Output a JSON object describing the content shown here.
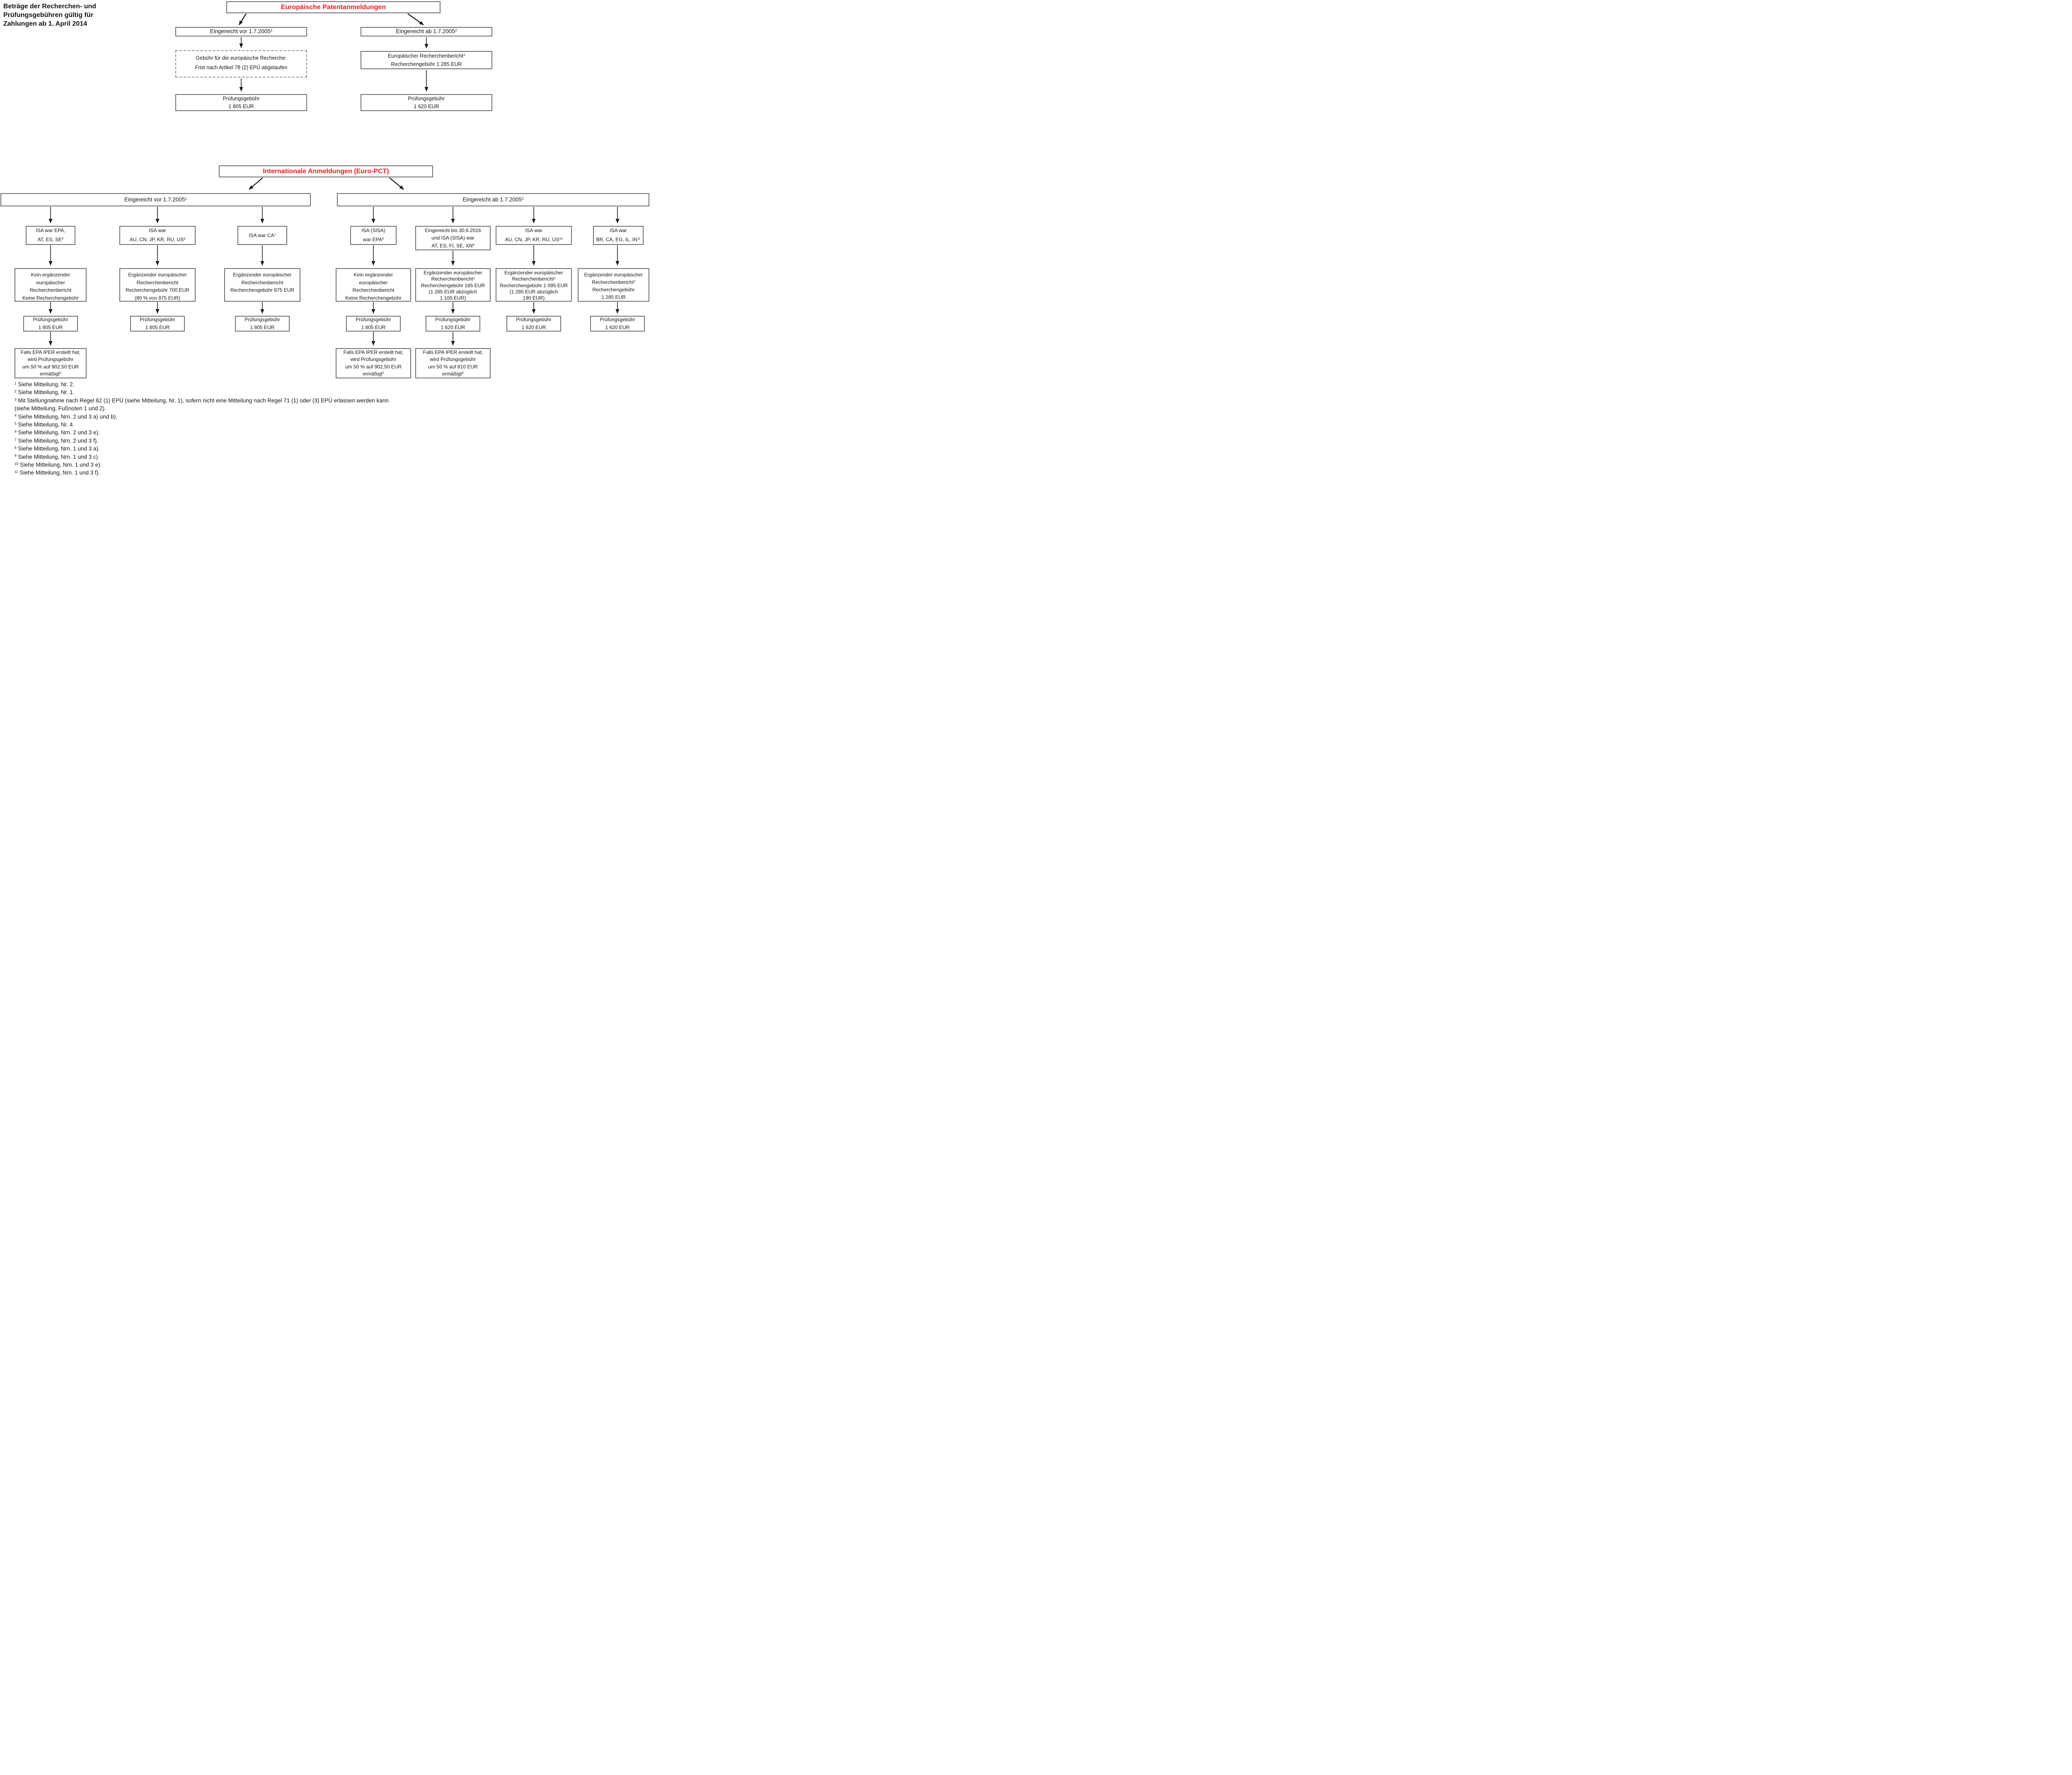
{
  "colors": {
    "accent_red": "#ee1b24",
    "box_border_gray": "#6e6e73",
    "text_black": "#141414"
  },
  "page_title": {
    "lines": [
      [
        {
          "t": "Beträge der Recherchen- und"
        }
      ],
      [
        {
          "t": "Prüfungsgebühren gültig für"
        }
      ],
      [
        {
          "t": "Zahlungen ab 1. April 2014"
        }
      ]
    ]
  },
  "top_chart": {
    "root": {
      "lines": [
        [
          {
            "t": "Europäische Patentanmeldungen"
          }
        ]
      ]
    },
    "left": {
      "header": {
        "lines": [
          [
            {
              "t": "Eingereicht vor 1.7.2005"
            },
            {
              "t": "1",
              "sup": true
            }
          ]
        ]
      },
      "search": {
        "lines": [
          [
            {
              "t": "Gebühr für die europäische Recherche:"
            }
          ],
          [
            {
              "t": "Frist nach Artikel 78 (2) EPÜ abgelaufen"
            }
          ]
        ]
      },
      "exam": {
        "lines": [
          [
            {
              "t": "Prüfungsgebühr"
            }
          ],
          [
            {
              "t": "1 805 EUR"
            }
          ]
        ]
      }
    },
    "right": {
      "header": {
        "lines": [
          [
            {
              "t": "Eingereicht ab 1.7.2005"
            },
            {
              "t": "2",
              "sup": true
            }
          ]
        ]
      },
      "search": {
        "lines": [
          [
            {
              "t": "Europäischer Recherchenbericht"
            },
            {
              "t": "3",
              "sup": true
            }
          ],
          [
            {
              "t": "Recherchengebühr 1 285 EUR"
            }
          ]
        ]
      },
      "exam": {
        "lines": [
          [
            {
              "t": "Prüfungsgebühr"
            }
          ],
          [
            {
              "t": "1 620 EUR"
            }
          ]
        ]
      }
    }
  },
  "pct_chart": {
    "root": {
      "lines": [
        [
          {
            "t": "Internationale Anmeldungen (Euro-PCT)"
          }
        ]
      ]
    },
    "left": {
      "header": {
        "lines": [
          [
            {
              "t": "Eingereicht vor 1.7.2005"
            },
            {
              "t": "1",
              "sup": true
            }
          ]
        ]
      },
      "columns": [
        {
          "isa": {
            "lines": [
              [
                {
                  "t": "ISA war EPA,"
                }
              ],
              [
                {
                  "t": "AT, ES, SE"
                },
                {
                  "t": "4",
                  "sup": true
                }
              ]
            ]
          },
          "search": {
            "lines": [
              [
                {
                  "t": "Kein ergänzender"
                }
              ],
              [
                {
                  "t": "europäischer"
                }
              ],
              [
                {
                  "t": "Recherchenbericht"
                }
              ],
              [
                {
                  "t": "Keine Recherchengebühr"
                }
              ]
            ]
          },
          "exam": {
            "lines": [
              [
                {
                  "t": "Prüfungsgebühr"
                }
              ],
              [
                {
                  "t": "1 805 EUR"
                }
              ]
            ]
          },
          "iper": {
            "lines": [
              [
                {
                  "t": "Falls EPA IPER erstellt hat,"
                }
              ],
              [
                {
                  "t": "wird Prüfungsgebühr"
                }
              ],
              [
                {
                  "t": "um 50 % auf 902,50 EUR"
                }
              ],
              [
                {
                  "t": "ermäßigt"
                },
                {
                  "t": "5",
                  "sup": true
                }
              ]
            ]
          }
        },
        {
          "isa": {
            "lines": [
              [
                {
                  "t": "ISA war"
                }
              ],
              [
                {
                  "t": "AU, CN, JP, KR, RU, US"
                },
                {
                  "t": "6",
                  "sup": true
                }
              ]
            ]
          },
          "search": {
            "lines": [
              [
                {
                  "t": "Ergänzender europäischer"
                }
              ],
              [
                {
                  "t": "Recherchenbericht"
                }
              ],
              [
                {
                  "t": "Recherchengebühr 700 EUR"
                }
              ],
              [
                {
                  "t": "(80 % von 875 EUR)"
                }
              ]
            ]
          },
          "exam": {
            "lines": [
              [
                {
                  "t": "Prüfungsgebühr"
                }
              ],
              [
                {
                  "t": "1 805 EUR"
                }
              ]
            ]
          }
        },
        {
          "isa": {
            "lines": [
              [
                {
                  "t": "ISA war CA"
                },
                {
                  "t": "7",
                  "sup": true
                }
              ]
            ]
          },
          "search": {
            "lines": [
              [
                {
                  "t": "Ergänzender europäischer"
                }
              ],
              [
                {
                  "t": "Recherchenbericht"
                }
              ],
              [
                {
                  "t": "Recherchengebühr 875 EUR"
                }
              ]
            ]
          },
          "exam": {
            "lines": [
              [
                {
                  "t": "Prüfungsgebühr"
                }
              ],
              [
                {
                  "t": "1 805 EUR"
                }
              ]
            ]
          }
        }
      ]
    },
    "right": {
      "header": {
        "lines": [
          [
            {
              "t": "Eingereicht ab 1.7.2005"
            },
            {
              "t": "2",
              "sup": true
            }
          ]
        ]
      },
      "columns": [
        {
          "isa": {
            "lines": [
              [
                {
                  "t": "ISA (SISA)"
                }
              ],
              [
                {
                  "t": "war EPA"
                },
                {
                  "t": "8",
                  "sup": true
                }
              ]
            ]
          },
          "search": {
            "lines": [
              [
                {
                  "t": "Kein ergänzender"
                }
              ],
              [
                {
                  "t": "europäischer"
                }
              ],
              [
                {
                  "t": "Recherchenbericht"
                }
              ],
              [
                {
                  "t": "Keine Recherchengebühr"
                }
              ]
            ]
          },
          "exam": {
            "lines": [
              [
                {
                  "t": "Prüfungsgebühr"
                }
              ],
              [
                {
                  "t": "1 805 EUR"
                }
              ]
            ]
          },
          "iper": {
            "lines": [
              [
                {
                  "t": "Falls EPA IPER erstellt hat,"
                }
              ],
              [
                {
                  "t": "wird Prüfungsgebühr"
                }
              ],
              [
                {
                  "t": "um 50 % auf 902,50 EUR"
                }
              ],
              [
                {
                  "t": "ermäßigt"
                },
                {
                  "t": "5",
                  "sup": true
                }
              ]
            ]
          }
        },
        {
          "isa": {
            "lines": [
              [
                {
                  "t": "Eingereicht bis 30.6.2016"
                }
              ],
              [
                {
                  "t": "und ISA (SISA) war"
                }
              ],
              [
                {
                  "t": "AT, ES, FI, SE, XN"
                },
                {
                  "t": "9",
                  "sup": true
                }
              ]
            ]
          },
          "search": {
            "lines": [
              [
                {
                  "t": "Ergänzender europäischer"
                }
              ],
              [
                {
                  "t": "Recherchenbericht"
                },
                {
                  "t": "3",
                  "sup": true
                }
              ],
              [
                {
                  "t": "Recherchengebühr 185 EUR"
                }
              ],
              [
                {
                  "t": "(1 285 EUR abzüglich"
                }
              ],
              [
                {
                  "t": "1 100 EUR)"
                }
              ]
            ]
          },
          "exam": {
            "lines": [
              [
                {
                  "t": "Prüfungsgebühr"
                }
              ],
              [
                {
                  "t": "1 620 EUR"
                }
              ]
            ]
          },
          "iper": {
            "lines": [
              [
                {
                  "t": "Falls EPA IPER erstellt hat,"
                }
              ],
              [
                {
                  "t": "wird Prüfungsgebühr"
                }
              ],
              [
                {
                  "t": "um 50 % auf 810 EUR"
                }
              ],
              [
                {
                  "t": "ermäßigt"
                },
                {
                  "t": "5",
                  "sup": true
                }
              ]
            ]
          }
        },
        {
          "isa": {
            "lines": [
              [
                {
                  "t": "ISA war"
                }
              ],
              [
                {
                  "t": "AU, CN, JP, KR, RU, US"
                },
                {
                  "t": "10",
                  "sup": true
                }
              ]
            ]
          },
          "search": {
            "lines": [
              [
                {
                  "t": "Ergänzender europäischer"
                }
              ],
              [
                {
                  "t": "Recherchenbericht"
                },
                {
                  "t": "3",
                  "sup": true
                }
              ],
              [
                {
                  "t": "Recherchengebühr 1 095 EUR"
                }
              ],
              [
                {
                  "t": "(1 285 EUR abzüglich"
                }
              ],
              [
                {
                  "t": "190 EUR)"
                }
              ]
            ]
          },
          "exam": {
            "lines": [
              [
                {
                  "t": "Prüfungsgebühr"
                }
              ],
              [
                {
                  "t": "1 620 EUR"
                }
              ]
            ]
          }
        },
        {
          "isa": {
            "lines": [
              [
                {
                  "t": "ISA war"
                }
              ],
              [
                {
                  "t": "BR, CA, EG, IL, IN"
                },
                {
                  "t": "11",
                  "sup": true
                }
              ]
            ]
          },
          "search": {
            "lines": [
              [
                {
                  "t": "Ergänzender europäischer"
                }
              ],
              [
                {
                  "t": "Recherchenbericht"
                },
                {
                  "t": "3",
                  "sup": true
                }
              ],
              [
                {
                  "t": "Recherchengebühr"
                }
              ],
              [
                {
                  "t": "1 285 EUR"
                }
              ]
            ]
          },
          "exam": {
            "lines": [
              [
                {
                  "t": "Prüfungsgebühr"
                }
              ],
              [
                {
                  "t": "1 620 EUR"
                }
              ]
            ]
          }
        }
      ]
    }
  },
  "footnotes": {
    "lines": [
      [
        {
          "t": "1",
          "sup": true
        },
        {
          "t": " Siehe Mitteilung, Nr. 2."
        }
      ],
      [
        {
          "t": "2",
          "sup": true
        },
        {
          "t": " Siehe Mitteilung, Nr. 1."
        }
      ],
      [
        {
          "t": "3",
          "sup": true
        },
        {
          "t": " Mit Stellungnahme nach Regel 62 (1) EPÜ (siehe Mitteilung, Nr. 1), sofern nicht eine Mitteilung nach Regel 71 (1) oder (3) EPÜ erlassen werden kann"
        }
      ],
      [
        {
          "t": "(siehe Mitteilung, Fußnoten 1 und 2)."
        }
      ],
      [
        {
          "t": "4",
          "sup": true
        },
        {
          "t": " Siehe Mitteilung, Nrn. 2 und 3 a) und b)."
        }
      ],
      [
        {
          "t": "5",
          "sup": true
        },
        {
          "t": " Siehe Mitteilung, Nr. 4."
        }
      ],
      [
        {
          "t": "6",
          "sup": true
        },
        {
          "t": " Siehe Mitteilung, Nrn. 2 und 3 e)."
        }
      ],
      [
        {
          "t": "7",
          "sup": true
        },
        {
          "t": " Siehe Mitteilung, Nrn. 2 und 3 f)."
        }
      ],
      [
        {
          "t": "8",
          "sup": true
        },
        {
          "t": " Siehe Mitteilung, Nrn. 1 und 3 a)."
        }
      ],
      [
        {
          "t": "9",
          "sup": true
        },
        {
          "t": " Siehe Mitteilung, Nrn. 1 und 3 c)."
        }
      ],
      [
        {
          "t": "10",
          "sup": true
        },
        {
          "t": " Siehe Mitteilung, Nrn. 1 und 3 e)."
        }
      ],
      [
        {
          "t": "11",
          "sup": true
        },
        {
          "t": " Siehe Mitteilung, Nrn. 1 und 3 f)."
        }
      ]
    ]
  }
}
